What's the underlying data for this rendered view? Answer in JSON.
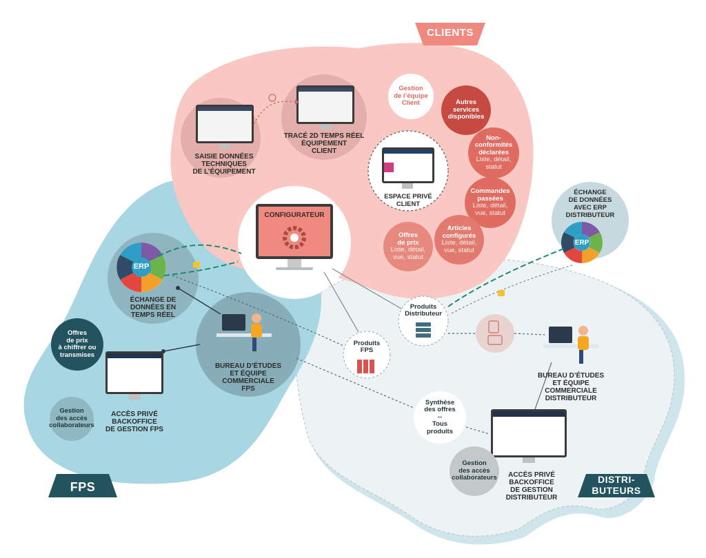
{
  "ribbons": {
    "clients": "CLIENTS",
    "fps": "FPS",
    "distributeurs": [
      "DISTRI-",
      "BUTEURS"
    ]
  },
  "configurateur": "CONFIGURATEUR",
  "labels": {
    "saisie": [
      "SAISIE DONNÉES",
      "TECHNIQUES",
      "DE L’ÉQUIPEMENT"
    ],
    "trace": [
      "TRACÉ 2D TEMPS RÉEL",
      "ÉQUIPEMENT",
      "CLIENT"
    ],
    "espace": [
      "ESPACE PRIVÉ",
      "CLIENT"
    ],
    "echange_temps_reel": [
      "ÉCHANGE DE",
      "DONNÉES EN",
      "TEMPS RÉEL"
    ],
    "echange_erp": [
      "ÉCHANGE",
      "DE DONNÉES",
      "AVEC ERP",
      "DISTRIBUTEUR"
    ],
    "bureau_fps": [
      "BUREAU D’ÉTUDES",
      "ET ÉQUIPE",
      "COMMERCIALE",
      "FPS"
    ],
    "bureau_distri": [
      "BUREAU D’ÉTUDES",
      "ET ÉQUIPE",
      "COMMERCIALE",
      "DISTRIBUTEUR"
    ],
    "acces_fps": [
      "ACCÈS PRIVÉ",
      "BACKOFFICE",
      "DE GESTION FPS"
    ],
    "acces_distri": [
      "ACCÈS PRIVÉ",
      "BACKOFFICE",
      "DE GESTION",
      "DISTRIBUTEUR"
    ]
  },
  "bubbles": {
    "gestion_equipe": [
      "Gestion",
      "de l’équipe",
      "Client"
    ],
    "autres_services": [
      "Autres",
      "services",
      "disponibles"
    ],
    "non_conformites": {
      "title": [
        "Non-",
        "conformités",
        "déclarées"
      ],
      "sub": [
        "Liste, détail,",
        "statut"
      ]
    },
    "commandes": {
      "title": [
        "Commandes",
        "passées"
      ],
      "sub": [
        "Liste, détail,",
        "vue, statut"
      ]
    },
    "articles": {
      "title": [
        "Articles",
        "configurés"
      ],
      "sub": [
        "Liste, détail,",
        "vue, statut"
      ]
    },
    "offres_prix": {
      "title": [
        "Offres",
        "de prix"
      ],
      "sub": [
        "Liste, détail,",
        "vue, statut"
      ]
    },
    "offres_chiffrer": [
      "Offres",
      "de prix",
      "à chiffrer ou",
      "transmises"
    ],
    "gestion_acces_fps": [
      "Gestion",
      "des accès",
      "collaborateurs"
    ],
    "gestion_acces_distri": [
      "Gestion",
      "des accès",
      "collaborateurs"
    ],
    "produits_distri": [
      "Produits",
      "Distributeur"
    ],
    "produits_fps": [
      "Produits",
      "FPS"
    ],
    "synthese": [
      "Synthèse",
      "des offres",
      "--",
      "Tous",
      "produits"
    ]
  },
  "erp": "ERP",
  "colors": {
    "pink_zone": "#f9c8c3",
    "blue_zone": "#a9d6e3",
    "grey_zone": "#e8eff2",
    "navy": "#23535e",
    "salmon": "#f08a80",
    "red_dark": "#c64a40"
  }
}
